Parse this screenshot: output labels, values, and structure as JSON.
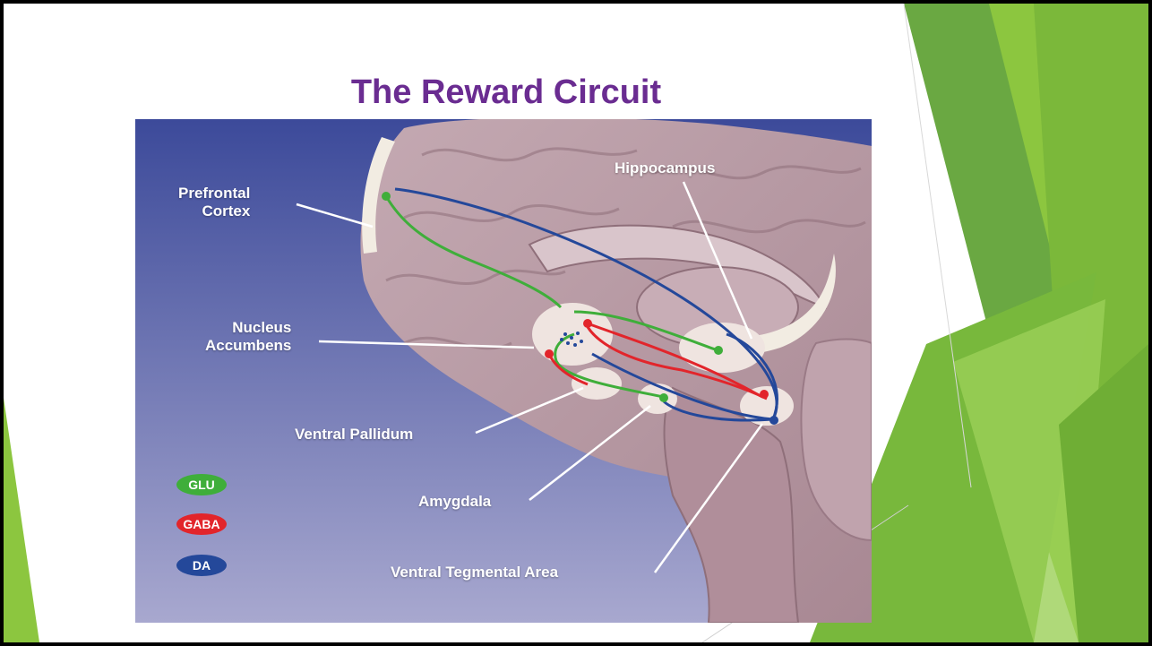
{
  "slide": {
    "title": "The Reward Circuit"
  },
  "diagram": {
    "labels": {
      "prefrontal_cortex": [
        "Prefrontal",
        "Cortex"
      ],
      "hippocampus": "Hippocampus",
      "nucleus_accumbens": [
        "Nucleus",
        "Accumbens"
      ],
      "ventral_pallidum": "Ventral Pallidum",
      "amygdala": "Amygdala",
      "vta": "Ventral Tegmental Area"
    },
    "legend": [
      {
        "label": "GLU",
        "color": "#3fae3a"
      },
      {
        "label": "GABA",
        "color": "#e2252b"
      },
      {
        "label": "DA",
        "color": "#24489a"
      }
    ]
  },
  "colors": {
    "title": "#6a2c91",
    "background_top": "#3c4a9a",
    "background_bottom": "#a8a8cf",
    "brain": "#b89aa4",
    "glutamate": "#3fae3a",
    "gaba": "#e2252b",
    "dopamine": "#24489a",
    "accent_green": "#8cc63f"
  }
}
